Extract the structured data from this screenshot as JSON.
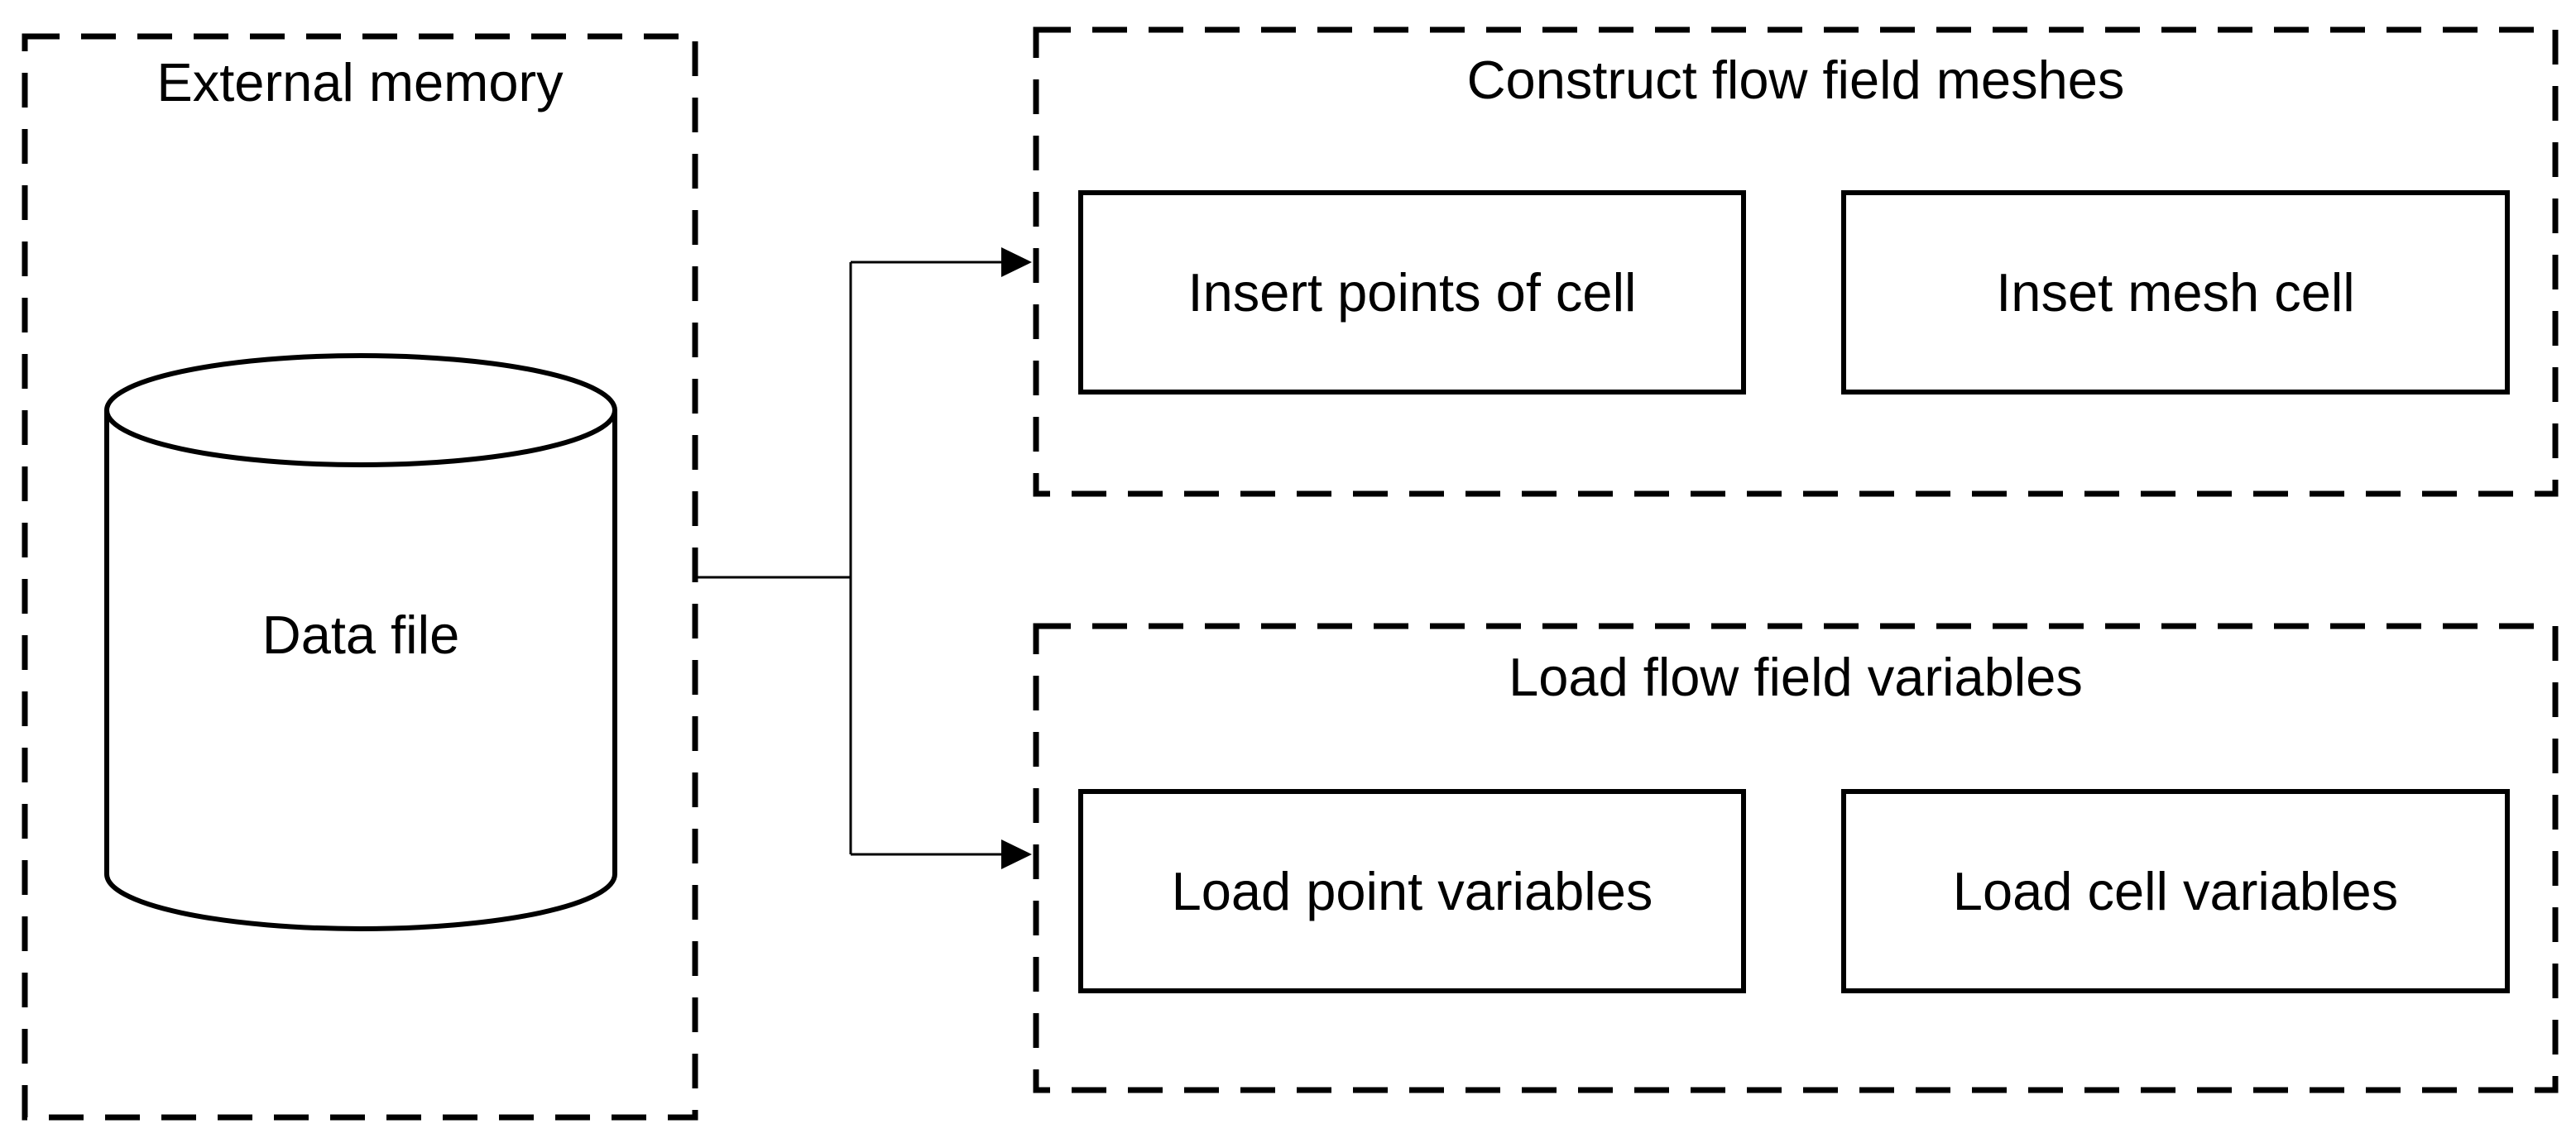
{
  "diagram": {
    "external_memory": {
      "title": "External memory",
      "data_file_label": "Data file"
    },
    "construct_meshes": {
      "title": "Construct flow field meshes",
      "steps": [
        "Insert points of cell",
        "Inset mesh cell"
      ]
    },
    "load_variables": {
      "title": "Load flow field variables",
      "steps": [
        "Load point variables",
        "Load cell variables"
      ]
    },
    "colors": {
      "line": "#000000",
      "background": "#ffffff",
      "text": "#000000"
    }
  }
}
